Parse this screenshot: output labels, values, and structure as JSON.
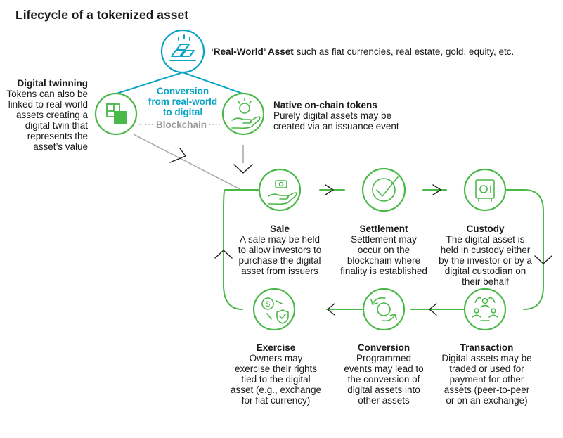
{
  "title": "Lifecycle of a tokenized asset",
  "colors": {
    "green": "#4bb84a",
    "teal": "#0aa5c4",
    "grey": "#a6a6a6",
    "text": "#1a1a1a"
  },
  "real_world": {
    "title": "‘Real-World’ Asset",
    "desc": "such as fiat currencies, real estate, gold, equity, etc.",
    "icon": "gold-bars-icon"
  },
  "digital_twinning": {
    "title": "Digital twinning",
    "lines": [
      "Tokens can also be",
      "linked to real-world",
      "assets creating a",
      "digital twin that",
      "represents the",
      "asset’s value"
    ],
    "icon": "twin-squares-icon"
  },
  "conversion_label": {
    "lines": [
      "Conversion",
      "from real-world",
      "to digital"
    ]
  },
  "blockchain_label": "Blockchain",
  "native": {
    "title": "Native on-chain tokens",
    "lines": [
      "Purely digital assets may be",
      "created via an issuance event"
    ],
    "icon": "coin-hand-icon"
  },
  "stages": {
    "sale": {
      "title": "Sale",
      "lines": [
        "A sale may be held",
        "to allow investors to",
        "purchase the digital",
        "asset from issuers"
      ],
      "icon": "money-hand-icon"
    },
    "settlement": {
      "title": "Settlement",
      "lines": [
        "Settlement may",
        "occur on the",
        "blockchain where",
        "finality is established"
      ],
      "icon": "checkmark-icon"
    },
    "custody": {
      "title": "Custody",
      "lines": [
        "The digital asset is",
        "held in custody either",
        "by the investor or by a",
        "digital custodian on",
        "their behalf"
      ],
      "icon": "safe-icon"
    },
    "transaction": {
      "title": "Transaction",
      "lines": [
        "Digital assets may be",
        "traded or used for",
        "payment for other",
        "assets (peer-to-peer",
        "or on an exchange)"
      ],
      "icon": "people-network-icon"
    },
    "conversion": {
      "title": "Conversion",
      "lines": [
        "Programmed",
        "events may lead to",
        "the conversion of",
        "digital assets into",
        "other assets"
      ],
      "icon": "coin-exchange-icon"
    },
    "exercise": {
      "title": "Exercise",
      "lines": [
        "Owners may",
        "exercise their rights",
        "tied to the digital",
        "asset (e.g., exchange",
        "for fiat currency)"
      ],
      "icon": "dollar-shield-icon"
    }
  }
}
